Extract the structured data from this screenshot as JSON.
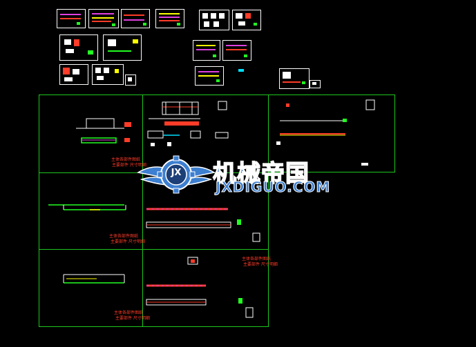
{
  "watermark": {
    "title_cn": "机械帝国",
    "site": "JXDIGUO.COM",
    "emblem_letters": "JX"
  },
  "drawing_notes": {
    "note_1": "主体各部件图纸",
    "note_2": "主要部件 尺寸明细",
    "note_3": "主体各部件图纸",
    "note_4": "主要部件 尺寸明细",
    "note_5": "主体各部件图纸",
    "note_6": "主要部件 尺寸明细",
    "note_7": "主体各部件图纸",
    "note_8": "主要部件 尺寸明细"
  },
  "colors": {
    "background": "#000000",
    "frame": "#1ec81e",
    "thumb_border": "#ffffff",
    "logo_blue": "#3d7fd0",
    "red": "#ff3c28",
    "magenta": "#e040e0",
    "yellow": "#ffff00",
    "green": "#22ff22",
    "cyan": "#00e0ff"
  }
}
